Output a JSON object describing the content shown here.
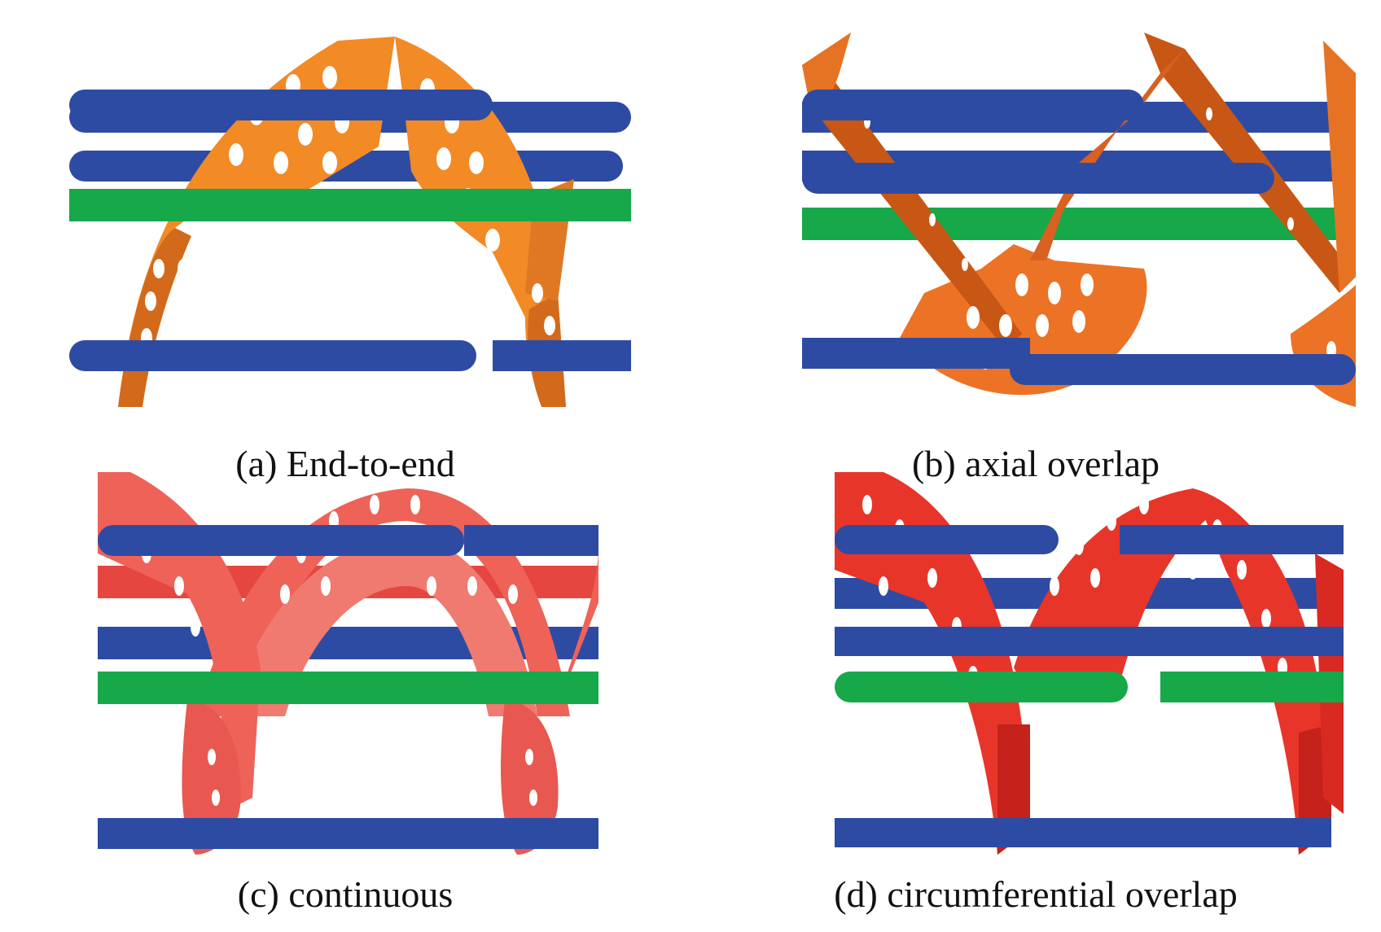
{
  "figure": {
    "panels": [
      {
        "id": "a",
        "caption": "(a) End-to-end",
        "stent_color": "#F28A26",
        "stent_dark": "#D2691B"
      },
      {
        "id": "b",
        "caption": "(b) axial overlap",
        "stent_color": "#EC7226",
        "stent_dark": "#C85715"
      },
      {
        "id": "c",
        "caption": "(c) continuous",
        "stent_color": "#EE6258",
        "stent_dark": "#D54842"
      },
      {
        "id": "d",
        "caption": "(d) circumferential overlap",
        "stent_color": "#E8352A",
        "stent_dark": "#C4221B"
      }
    ],
    "colors": {
      "rod_blue": "#2E4BA3",
      "rod_green": "#17A84A",
      "hole": "#ffffff"
    }
  }
}
